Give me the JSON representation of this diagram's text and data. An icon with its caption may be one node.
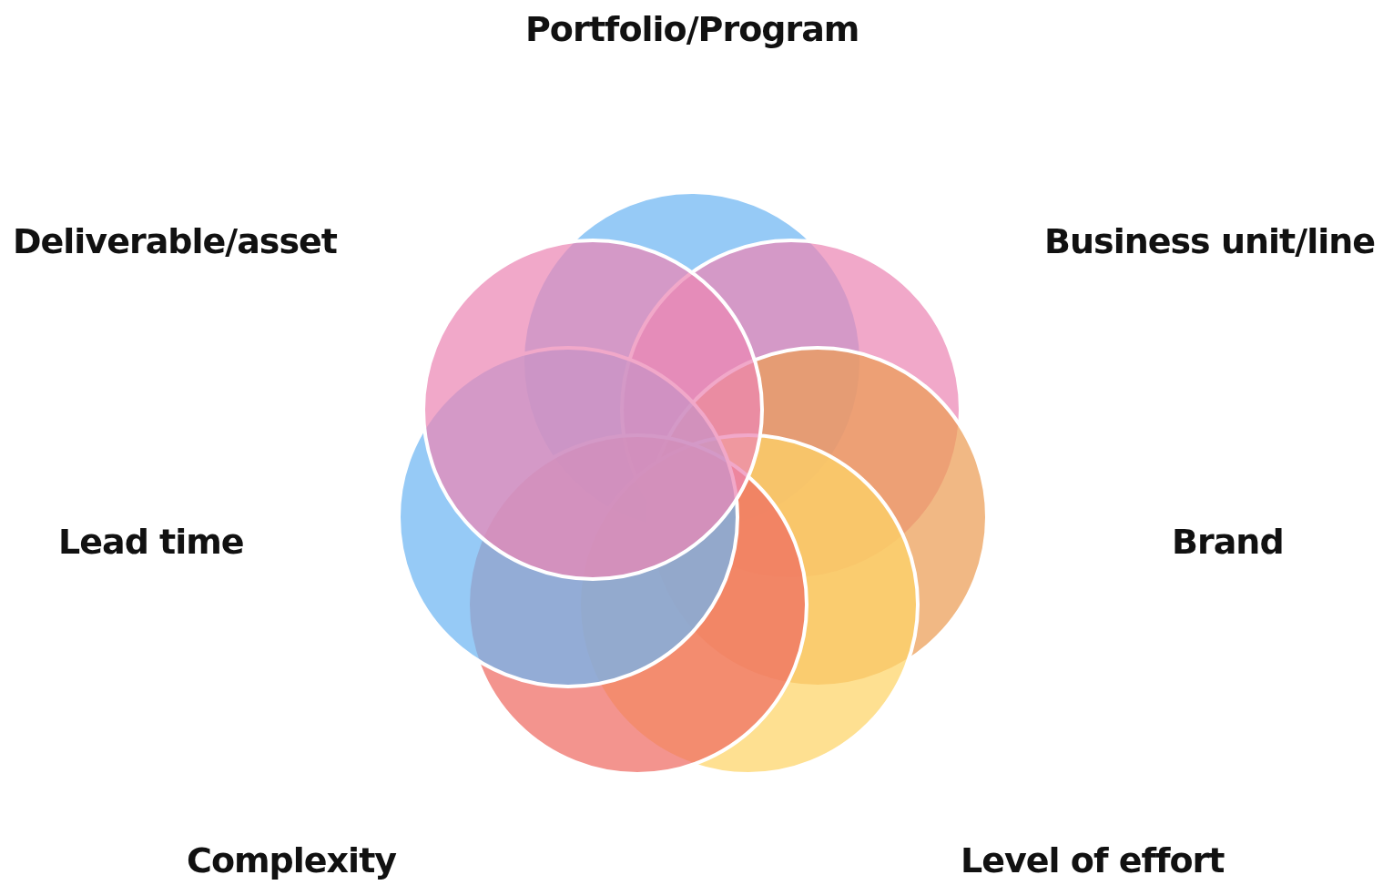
{
  "diagram": {
    "labels": [
      "Portfolio/Program",
      "Deliverable/asset",
      "Business unit/line",
      "Lead time",
      "Brand",
      "Complexity",
      "Level of effort"
    ]
  }
}
